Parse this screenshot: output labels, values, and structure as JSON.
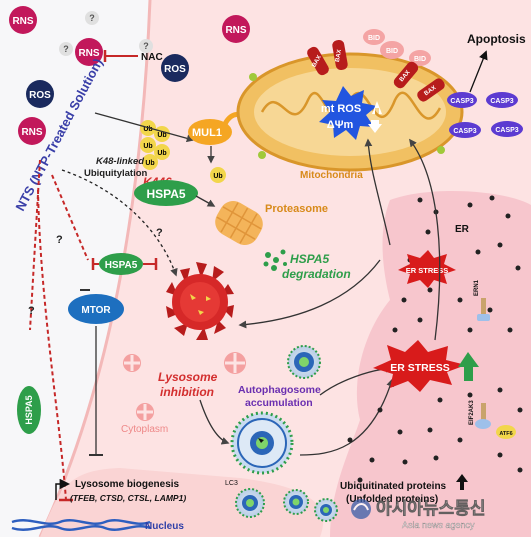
{
  "molecules": {
    "rns": "RNS",
    "ros": "ROS",
    "nac": "NAC",
    "qmark": "?"
  },
  "side_label": "NTS (NTP-Treated Solution)",
  "ubiquitination": {
    "ub": "Ub",
    "k48_line1": "K48-linked",
    "k48_line2": "Ubiquitylation",
    "k446": "K446"
  },
  "proteins": {
    "mul1": "MUL1",
    "hspa5": "HSPA5",
    "mtor": "MTOR",
    "bax": "BAX",
    "bid": "BID",
    "casp": "CASP3",
    "ern1": "ERN1",
    "eif2ak3": "EIF2AK3",
    "atf6": "ATF6"
  },
  "organelles": {
    "mitochondria": "Mitochondria",
    "proteasome": "Proteasome",
    "er": "ER",
    "cytoplasm": "Cytoplasm",
    "nucleus": "Nucleus"
  },
  "mito_inner": {
    "line1": "mt ROS",
    "line2": "ΔΨm"
  },
  "processes": {
    "apoptosis": "Apoptosis",
    "degradation_line1": "HSPA5",
    "degradation_line2": "degradation",
    "lysosome_line1": "Lysosome",
    "lysosome_line2": "inhibition",
    "auto_line1": "Autophagosome",
    "auto_line2": "accumulation",
    "er_stress_small": "ER STRESS",
    "er_stress_big": "ER STRESS",
    "lc3": "LC3",
    "biogenesis_title": "Lysosome biogenesis",
    "biogenesis_genes": "(TFEB, CTSD, CTSL, LAMP1)",
    "ub_proteins_line1": "Ubiquitinated proteins",
    "ub_proteins_line2": "(Unfolded proteins)"
  },
  "watermark": {
    "main": "아시아뉴스통신",
    "sub": "Asia news agency"
  },
  "colors": {
    "rns_fill": "#c2185b",
    "ros_fill": "#1a2a5e",
    "hspa5_fill": "#2e9e4a",
    "mtor_fill": "#1d6fbf",
    "inhibit_red": "#c62828",
    "casp_fill": "#5c3bd1",
    "bax_fill": "#b71c1c",
    "cell_bg": "#fde3e3",
    "nts_text": "#3a3fa8",
    "green_text": "#2e9e4a",
    "red_text": "#d32f2f",
    "purple_text": "#6a2fb0"
  }
}
